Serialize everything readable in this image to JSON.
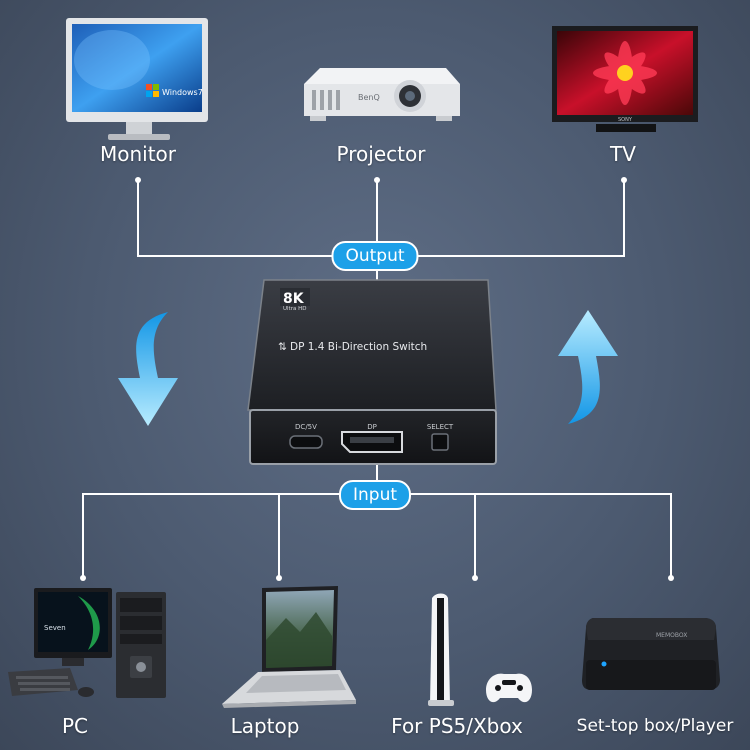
{
  "colors": {
    "accent": "#1da0e8",
    "line": "#ffffff",
    "arrow_light": "#b8ecff",
    "arrow_dark": "#1296e6",
    "device_body": "#2a2d33",
    "device_edge": "#9aa0a8"
  },
  "output": {
    "badge": "Output",
    "devices": [
      {
        "label": "Monitor",
        "icon": "monitor-icon"
      },
      {
        "label": "Projector",
        "icon": "projector-icon"
      },
      {
        "label": "TV",
        "icon": "tv-icon"
      }
    ]
  },
  "switch": {
    "brand_badge": "8K",
    "brand_sub": "Ultra HD",
    "title": "DP 1.4 Bi-Direction Switch",
    "port_power": "DC/5V",
    "port_dp": "DP",
    "port_select": "SELECT"
  },
  "input": {
    "badge": "Input",
    "devices": [
      {
        "label": "PC",
        "icon": "pc-icon"
      },
      {
        "label": "Laptop",
        "icon": "laptop-icon"
      },
      {
        "label": "For PS5/Xbox",
        "icon": "console-icon"
      },
      {
        "label": "Set-top box/Player",
        "icon": "settop-box-icon"
      }
    ]
  },
  "screen_texts": {
    "monitor_os": "Windows7",
    "projector_brand": "BenQ",
    "tv_brand": "SONY",
    "pc_screen": "Seven",
    "settop_brand": "MEMOBOX"
  },
  "arrows": [
    {
      "direction": "down",
      "icon": "arrow-down-icon"
    },
    {
      "direction": "up",
      "icon": "arrow-up-icon"
    }
  ]
}
